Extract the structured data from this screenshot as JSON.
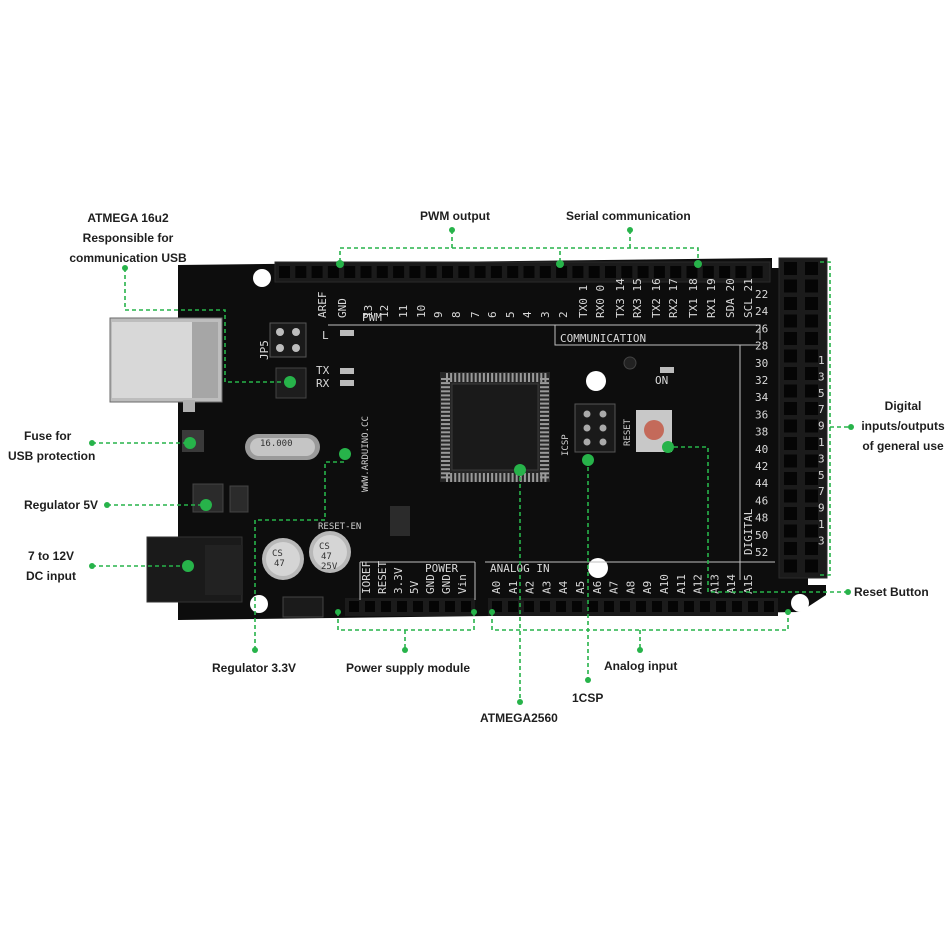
{
  "colors": {
    "accent": "#27b34a",
    "board": "#0d0d0d",
    "text": "#1e1e1e"
  },
  "callouts": {
    "atmega16u2": [
      "ATMEGA 16u2",
      "Responsible for",
      "communication USB"
    ],
    "pwm": "PWM output",
    "serial": "Serial communication",
    "fuse": [
      "Fuse for",
      "USB protection"
    ],
    "reg5v": "Regulator 5V",
    "dcin": [
      "7 to 12V",
      "DC input"
    ],
    "digital": [
      "Digital",
      "inputs/outputs",
      "of general use"
    ],
    "reset": "Reset Button",
    "reg33": "Regulator 3.3V",
    "power": "Power supply module",
    "analog": "Analog input",
    "icsp": "1CSP",
    "atmega2560": "ATMEGA2560"
  },
  "board": {
    "top_pins": [
      "AREF",
      "GND",
      "13",
      "12",
      "11",
      "10",
      "9",
      "8",
      "7",
      "6",
      "5",
      "4",
      "3",
      "2",
      "TX0 1",
      "RX0 0",
      "TX3 14",
      "RX3 15",
      "TX2 16",
      "RX2 17",
      "TX1 18",
      "RX1 19",
      "SDA 20",
      "SCL 21"
    ],
    "pwm": "PWM",
    "communication": "COMMUNICATION",
    "jp5": "JP5",
    "l": "L",
    "tx": "TX",
    "rx": "RX",
    "on": "ON",
    "site": "WWW.ARDUINO.CC",
    "reset_en": "RESET-EN",
    "icsp": "ICSP",
    "reset": "RESET",
    "digital": "DIGITAL",
    "crystal": "16.000",
    "cap_text": [
      "CS",
      "47",
      "25V"
    ],
    "power": "POWER",
    "analog_in": "ANALOG IN",
    "power_pins": [
      "IOREF",
      "RESET",
      "3.3V",
      "5V",
      "GND",
      "GND",
      "Vin"
    ],
    "analog_pins": [
      "A0",
      "A1",
      "A2",
      "A3",
      "A4",
      "A5",
      "A6",
      "A7",
      "A8",
      "A9",
      "A10",
      "A11",
      "A12",
      "A13",
      "A14",
      "A15"
    ],
    "right_even": [
      "22",
      "24",
      "26",
      "28",
      "30",
      "32",
      "34",
      "36",
      "38",
      "40",
      "42",
      "44",
      "46",
      "48",
      "50",
      "52"
    ],
    "right_odd": [
      "1",
      "3",
      "5",
      "7",
      "9",
      "1",
      "3",
      "5",
      "7",
      "9",
      "1",
      "3"
    ]
  }
}
